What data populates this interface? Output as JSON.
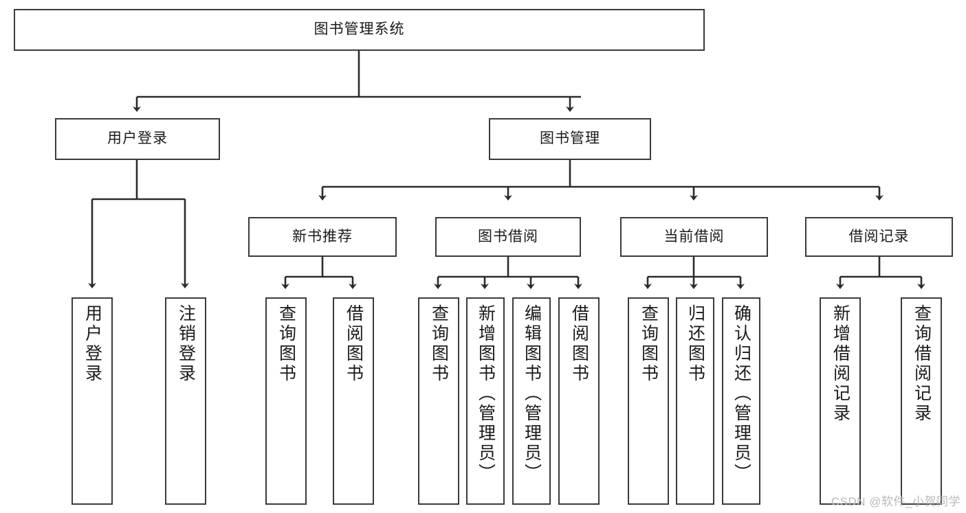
{
  "diagram": {
    "title": "图书管理系统",
    "type": "tree-hierarchy",
    "watermark": "CSDN @软件_小贺同学",
    "colors": {
      "border": "#3a3a3a",
      "background": "#ffffff",
      "text": "#1a1a1a",
      "edge": "#2b2b2b",
      "watermark": "#b9b9b9"
    },
    "nodes": {
      "root": {
        "label": "图书管理系统"
      },
      "level2": [
        {
          "id": "user-login",
          "label": "用户登录"
        },
        {
          "id": "book-manage",
          "label": "图书管理"
        }
      ],
      "level3": [
        {
          "id": "new-book-recommend",
          "label": "新书推荐"
        },
        {
          "id": "book-borrow",
          "label": "图书借阅"
        },
        {
          "id": "current-borrow",
          "label": "当前借阅"
        },
        {
          "id": "borrow-record",
          "label": "借阅记录"
        }
      ],
      "leaves": {
        "user-login": [
          {
            "id": "leaf-user-login",
            "label": "用户登录"
          },
          {
            "id": "leaf-logout",
            "label": "注销登录"
          }
        ],
        "new-book-recommend": [
          {
            "id": "leaf-query-book-1",
            "label": "查询图书"
          },
          {
            "id": "leaf-borrow-book-1",
            "label": "借阅图书"
          }
        ],
        "book-borrow": [
          {
            "id": "leaf-query-book-2",
            "label": "查询图书"
          },
          {
            "id": "leaf-add-book",
            "label": "新增图书（管理员）"
          },
          {
            "id": "leaf-edit-book",
            "label": "编辑图书（管理员）"
          },
          {
            "id": "leaf-borrow-book-2",
            "label": "借阅图书"
          }
        ],
        "current-borrow": [
          {
            "id": "leaf-query-book-3",
            "label": "查询图书"
          },
          {
            "id": "leaf-return-book",
            "label": "归还图书"
          },
          {
            "id": "leaf-confirm-return",
            "label": "确认归还（管理员）"
          }
        ],
        "borrow-record": [
          {
            "id": "leaf-add-record",
            "label": "新增借阅记录"
          },
          {
            "id": "leaf-query-record",
            "label": "查询借阅记录"
          }
        ]
      }
    }
  }
}
